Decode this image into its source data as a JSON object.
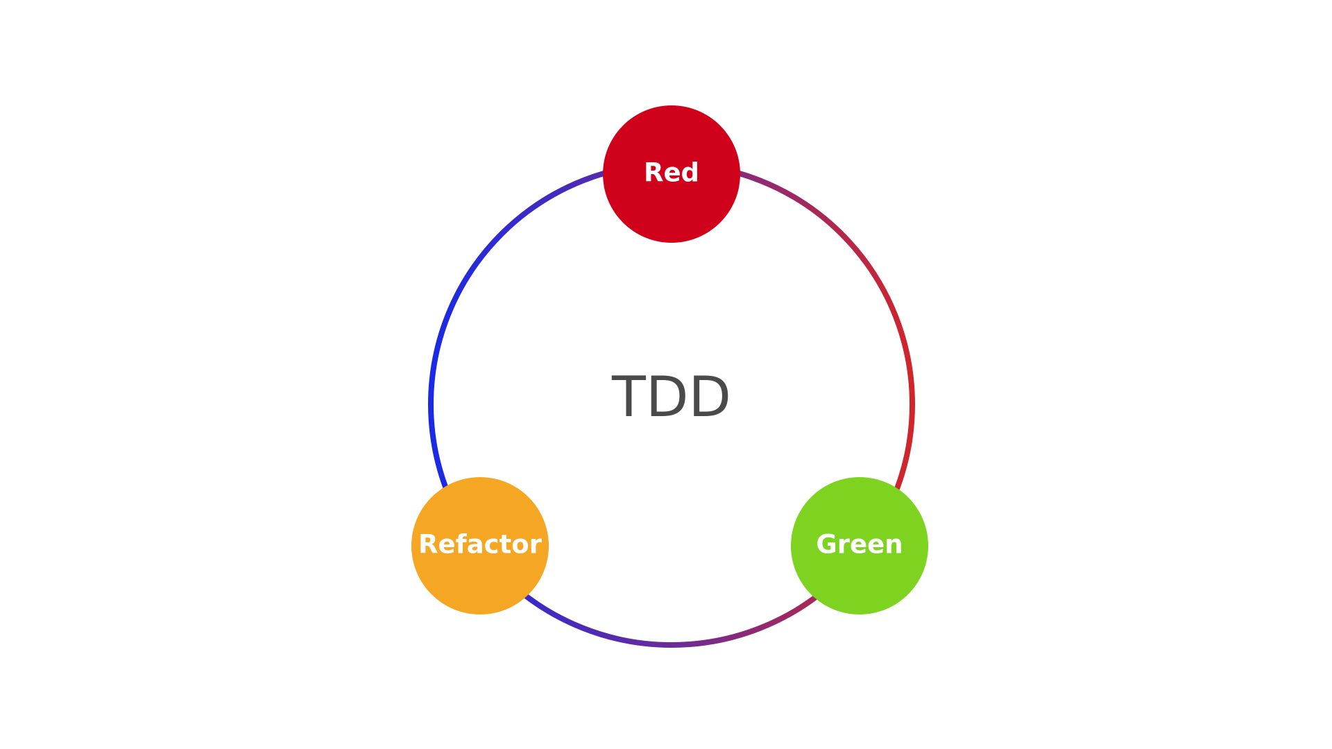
{
  "diagram": {
    "center_label": "TDD",
    "nodes": [
      {
        "id": "red",
        "label": "Red",
        "color": "#d0021b"
      },
      {
        "id": "green",
        "label": "Green",
        "color": "#7ed321"
      },
      {
        "id": "refactor",
        "label": "Refactor",
        "color": "#f5a623"
      }
    ],
    "cycle_colors": {
      "start": "#1a2ae6",
      "middle": "#6b2b9a",
      "end": "#d0262b"
    }
  }
}
